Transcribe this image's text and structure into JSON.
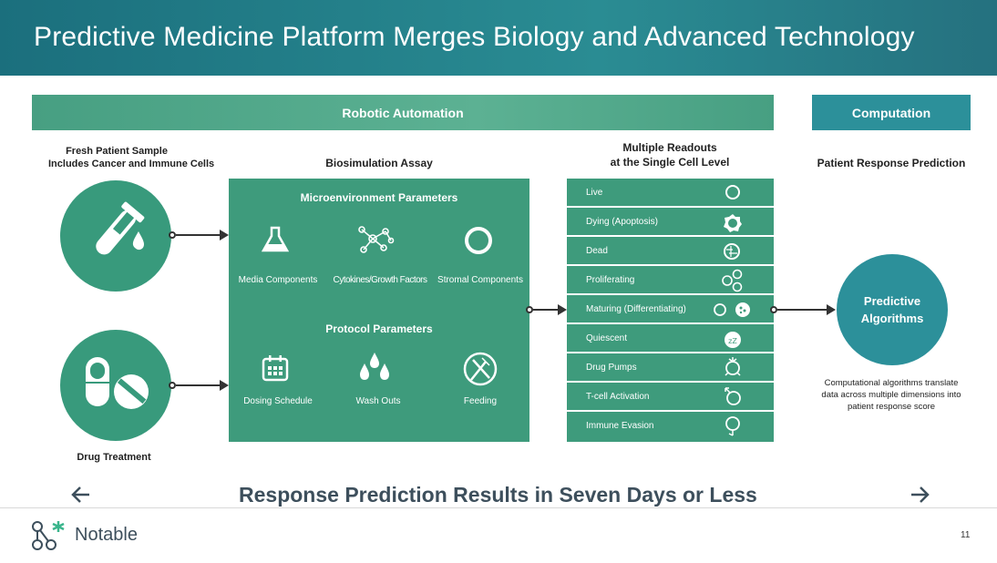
{
  "header": {
    "title": "Predictive Medicine Platform Merges Biology and Advanced Technology"
  },
  "bars": {
    "robotic": "Robotic Automation",
    "computation": "Computation"
  },
  "inputs": {
    "sample_line1": "Fresh Patient Sample",
    "sample_line2": "Includes Cancer and Immune Cells",
    "drug": "Drug Treatment"
  },
  "assay": {
    "title": "Biosimulation Assay",
    "micro_title": "Microenvironment Parameters",
    "micro_items": [
      "Media Components",
      "Cytokines/Growth Factors",
      "Stromal Components"
    ],
    "protocol_title": "Protocol Parameters",
    "protocol_items": [
      "Dosing Schedule",
      "Wash Outs",
      "Feeding"
    ]
  },
  "readouts": {
    "title_line1": "Multiple Readouts",
    "title_line2": "at the Single Cell Level",
    "items": [
      "Live",
      "Dying (Apoptosis)",
      "Dead",
      "Proliferating",
      "Maturing (Differentiating)",
      "Quiescent",
      "Drug Pumps",
      "T-cell Activation",
      "Immune Evasion"
    ],
    "quiescent_mark": "zZ"
  },
  "prediction": {
    "title": "Patient Response Prediction",
    "circle_line1": "Predictive",
    "circle_line2": "Algorithms",
    "desc_line1": "Computational algorithms translate",
    "desc_line2": "data across multiple dimensions into",
    "desc_line3": "patient response score"
  },
  "footer": {
    "headline": "Response Prediction Results in Seven Days or Less",
    "logo": "Notable",
    "page_number": "11"
  },
  "colors": {
    "header": "#1b6f7d",
    "green": "#3e9b7c",
    "teal": "#2c909a",
    "logo_accent": "#3ab58c"
  }
}
